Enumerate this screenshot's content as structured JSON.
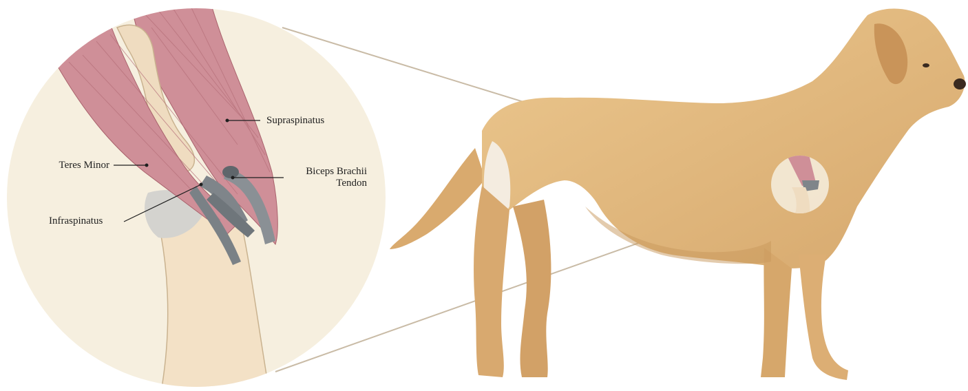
{
  "labels": {
    "supraspinatus": "Supraspinatus",
    "teres_minor": "Teres Minor",
    "biceps_line1": "Biceps Brachii",
    "biceps_line2": "Tendon",
    "infraspinatus": "Infraspinatus"
  },
  "colors": {
    "background": "#ffffff",
    "inset_background": "#f6efdf",
    "muscle": "#cf8f98",
    "muscle_dark": "#a9626c",
    "bone": "#efdcc0",
    "tendon": "#7f858a",
    "dog_coat": "#e0b67e",
    "connector": "#c9bba6"
  },
  "icons": {
    "inset": "shoulder-joint-closeup",
    "subject": "dog-silhouette"
  }
}
